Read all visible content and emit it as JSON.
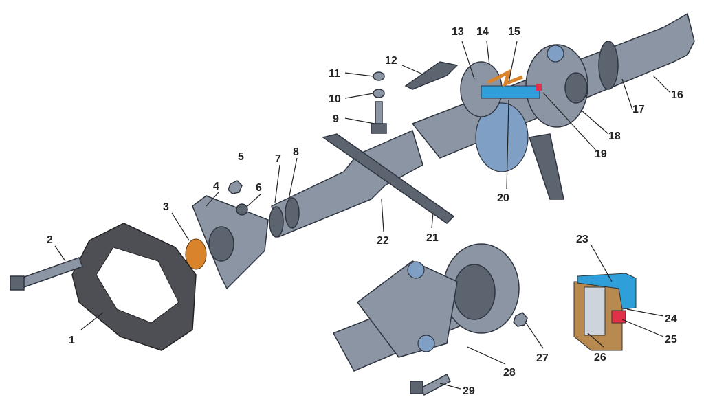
{
  "labels": [
    "1",
    "2",
    "3",
    "4",
    "5",
    "6",
    "7",
    "8",
    "9",
    "10",
    "11",
    "12",
    "13",
    "14",
    "15",
    "16",
    "17",
    "18",
    "19",
    "20",
    "21",
    "22",
    "23",
    "24",
    "25",
    "26",
    "27",
    "28",
    "29"
  ],
  "colors": {
    "metal": "#8c95a3",
    "coupling": "#4d4f55",
    "bushing": "#d9842a",
    "seal_blue": "#2e9fd8",
    "seal_red": "#e0304a",
    "section": "#b98a50"
  }
}
